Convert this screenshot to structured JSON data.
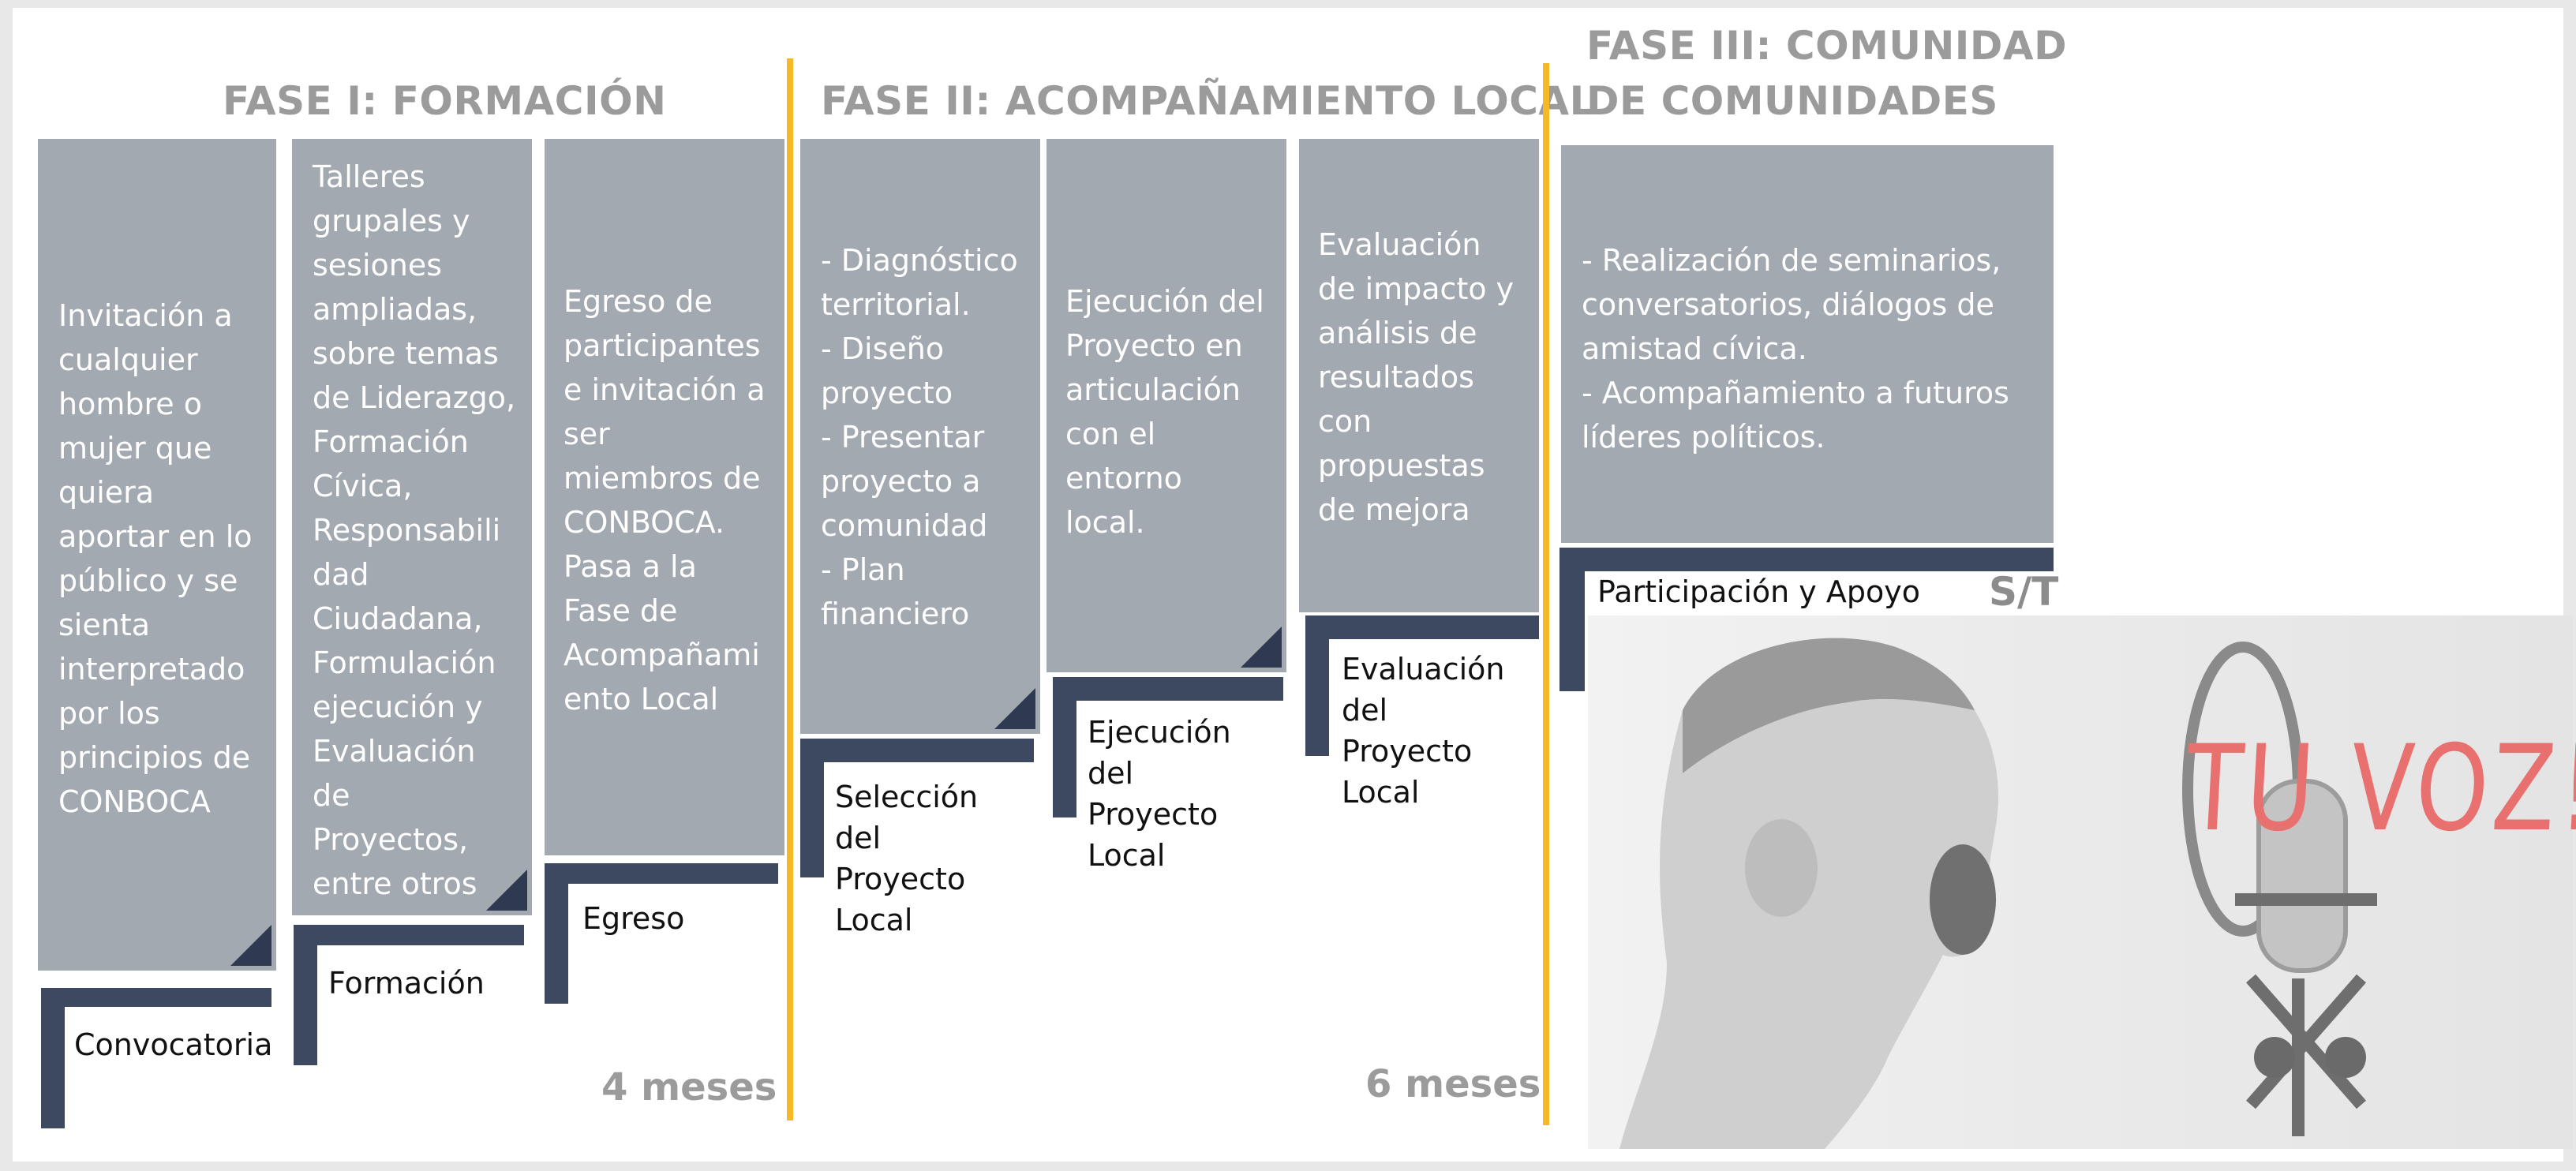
{
  "phases": [
    {
      "title": "FASE I: FORMACIÓN",
      "duration": "4 meses"
    },
    {
      "title": "FASE II: ACOMPAÑAMIENTO LOCAL",
      "duration": "6 meses"
    },
    {
      "title_line1": "FASE III: COMUNIDAD",
      "title_line2": "DE COMUNIDADES",
      "tag": "S/T"
    }
  ],
  "steps": [
    {
      "desc": [
        "Invitación a",
        "cualquier",
        "hombre o",
        "mujer que",
        "quiera",
        "aportar en lo",
        "público y se",
        "sienta",
        "interpretado",
        "por los",
        "principios de",
        "CONBOCA"
      ],
      "label": [
        "Convocatoria"
      ]
    },
    {
      "desc": [
        "Talleres",
        "grupales y",
        "sesiones",
        "ampliadas,",
        "sobre temas",
        "de Liderazgo,",
        "Formación",
        "Cívica,",
        "Responsabili",
        "dad",
        "Ciudadana,",
        "Formulación",
        "ejecución y",
        "Evaluación",
        "de",
        "Proyectos,",
        "entre otros"
      ],
      "label": [
        "Formación"
      ]
    },
    {
      "desc": [
        "Egreso de",
        "participantes",
        "e invitación a",
        "ser",
        "miembros de",
        "CONBOCA.",
        "Pasa a la",
        "Fase de",
        "Acompañami",
        "ento Local"
      ],
      "label": [
        "Egreso"
      ]
    },
    {
      "desc": [
        "- Diagnóstico",
        "territorial.",
        "- Diseño",
        "proyecto",
        "- Presentar",
        "proyecto a",
        "comunidad",
        "- Plan",
        "financiero"
      ],
      "label": [
        "Selección",
        "del",
        "Proyecto",
        "Local"
      ]
    },
    {
      "desc": [
        "Ejecución del",
        "Proyecto en",
        "articulación",
        "con el",
        "entorno",
        "local."
      ],
      "label": [
        "Ejecución",
        "del",
        "Proyecto",
        "Local"
      ]
    },
    {
      "desc": [
        "Evaluación",
        "de impacto y",
        "análisis de",
        "resultados",
        "con",
        "propuestas",
        "de mejora"
      ],
      "label": [
        "Evaluación",
        "del",
        "Proyecto",
        "Local"
      ]
    },
    {
      "desc": [
        "- Realización de seminarios,",
        "conversatorios, diálogos de",
        "amistad cívica.",
        "- Acompañamiento a futuros",
        "líderes políticos."
      ],
      "label": [
        "Participación y Apoyo"
      ]
    }
  ],
  "image_text": "TU VOZ!",
  "colors": {
    "box": "#a2a9b1",
    "bracket": "#3d4861",
    "corner": "#2f3a52",
    "divider": "#f5b928",
    "title": "#9b9b9b",
    "voz": "#e8706e"
  }
}
